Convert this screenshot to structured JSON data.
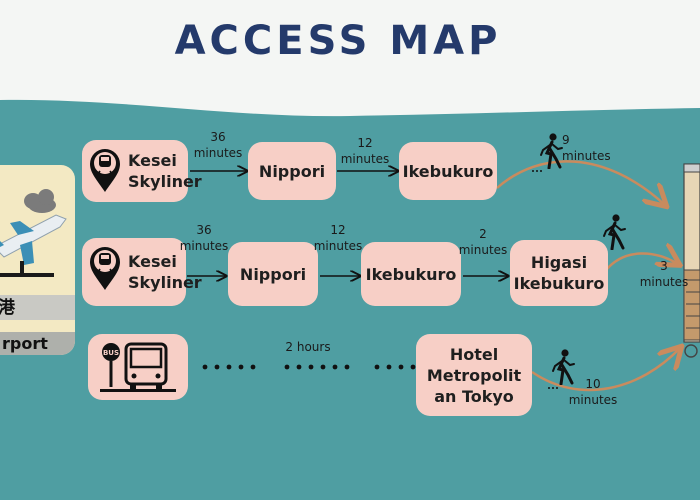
{
  "header": {
    "title": "ACCESS MAP"
  },
  "airport": {
    "kanji": "港",
    "label": "rport"
  },
  "route1": {
    "start": "Kesei Skyliner",
    "leg1_time": "36 minutes",
    "station1": "Nippori",
    "leg2_time": "12 minutes",
    "station2": "Ikebukuro",
    "walk_time": "9 minutes"
  },
  "route2": {
    "start": "Kesei Skyliner",
    "leg1_time": "36 minutes",
    "station1": "Nippori",
    "leg2_time": "12 minutes",
    "station2": "Ikebukuro",
    "leg3_time": "2 minutes",
    "station3": "Higasi Ikebukuro",
    "walk_time": "3 minutes"
  },
  "route3": {
    "bus_sign": "BUS",
    "duration": "2 hours",
    "destination": "Hotel Metropolit an Tokyo",
    "walk_time": "10 minutes"
  },
  "colors": {
    "sea": "#4f9ea2",
    "box": "#f7cfc6",
    "title": "#243a6b",
    "curve": "#c98b5e"
  },
  "icons": [
    "train-pin-icon",
    "bus-stop-icon",
    "walking-person-icon",
    "airplane-icon",
    "cloud-icon",
    "hotel-building-icon"
  ]
}
